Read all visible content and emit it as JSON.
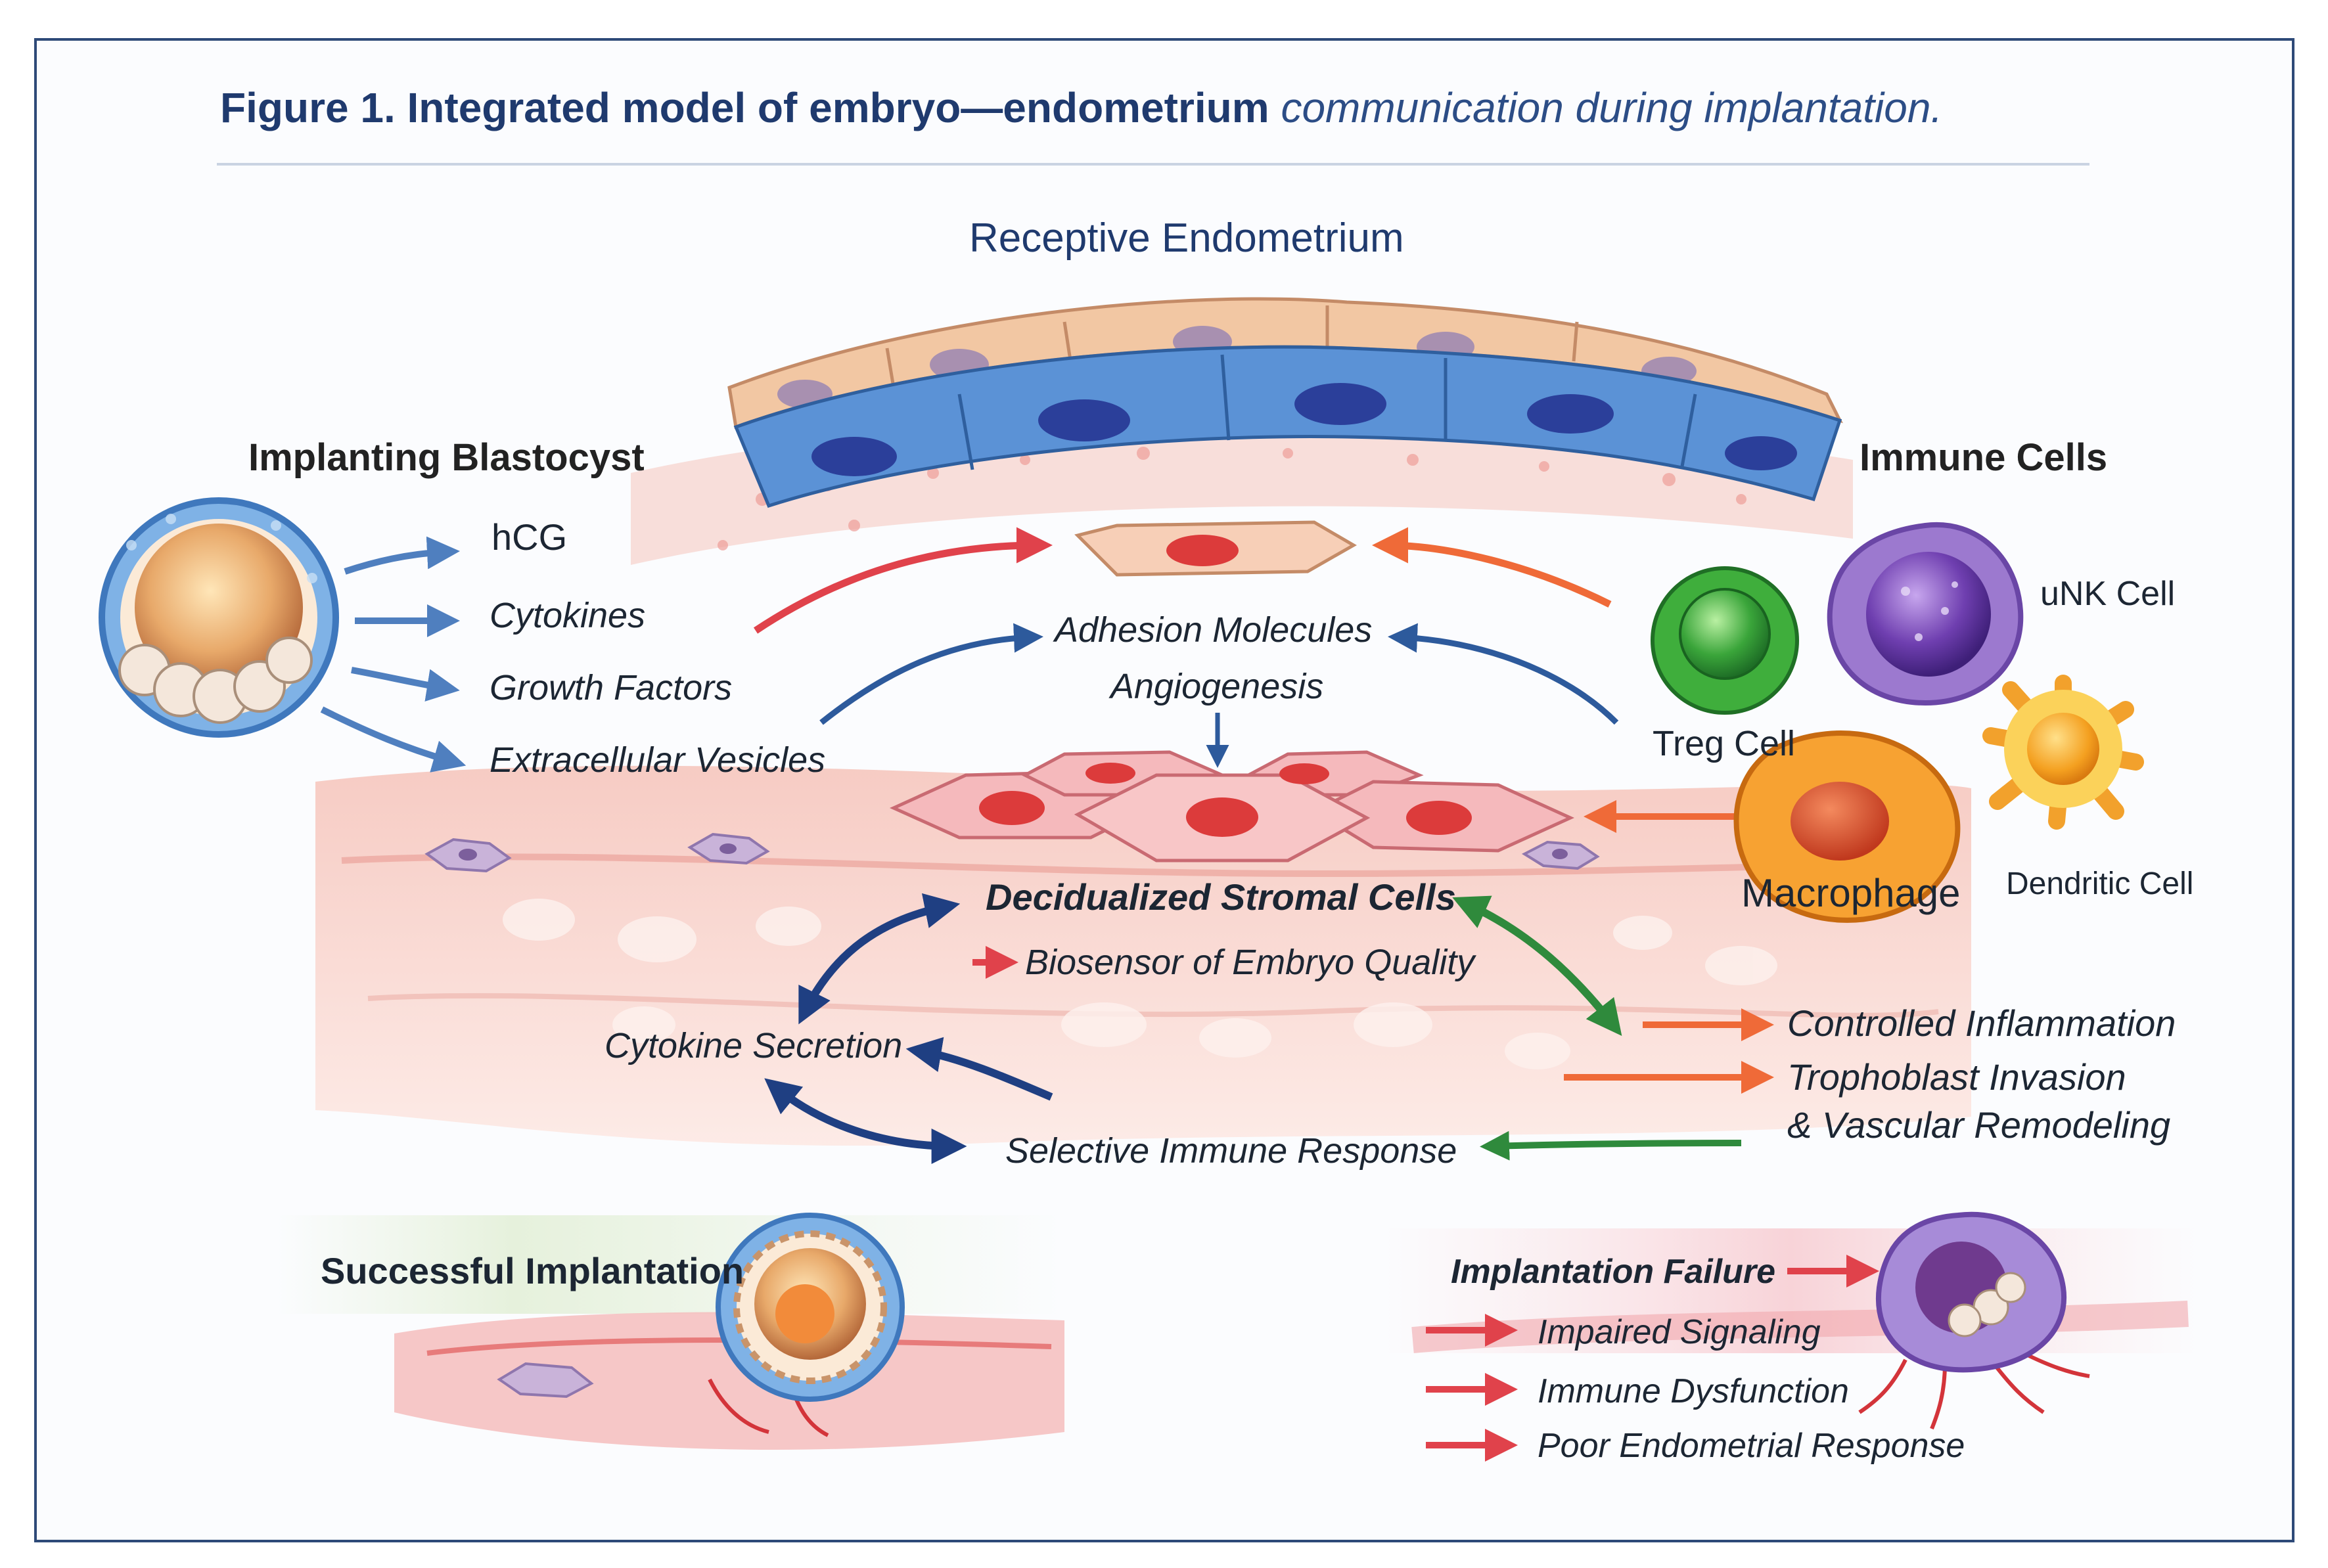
{
  "title": {
    "bold": "Figure 1. Integrated model of embryo—endometrium",
    "italic": "communication during implantation."
  },
  "headers": {
    "endometrium": "Receptive Endometrium",
    "blastocyst": "Implanting Blastocyst",
    "immune": "Immune Cells"
  },
  "signals": [
    "hCG",
    "Cytokines",
    "Growth Factors",
    "Extracellular Vesicles"
  ],
  "center": {
    "adhesion": "Adhesion Molecules",
    "angiogenesis": "Angiogenesis",
    "decidualized": "Decidualized Stromal Cells",
    "biosensor": "Biosensor of Embryo Quality",
    "cytokine_secretion": "Cytokine Secretion",
    "selective_immune": "Selective Immune Response"
  },
  "immune_cells": {
    "unk": "uNK Cell",
    "treg": "Treg Cell",
    "macrophage": "Macrophage",
    "dendritic": "Dendritic Cell"
  },
  "outcomes": {
    "inflammation": "Controlled Inflammation",
    "trophoblast_1": "Trophoblast Invasion",
    "trophoblast_2": "& Vascular Remodeling"
  },
  "success": "Successful Implantation",
  "failure": {
    "title": "Implantation Failure",
    "items": [
      "Impaired Signaling",
      "Immune Dysfunction",
      "Poor Endometrial Response"
    ]
  },
  "colors": {
    "title": "#1f3a6e",
    "epithelium_blue": "#4a82c9",
    "epithelium_peach": "#f2c7a3",
    "stroma_pink": "#f3b3ad",
    "arrow_red": "#e0424b",
    "arrow_blue": "#2d5a9c",
    "arrow_green": "#2f8a3c",
    "arrow_orange": "#f07a3a"
  }
}
